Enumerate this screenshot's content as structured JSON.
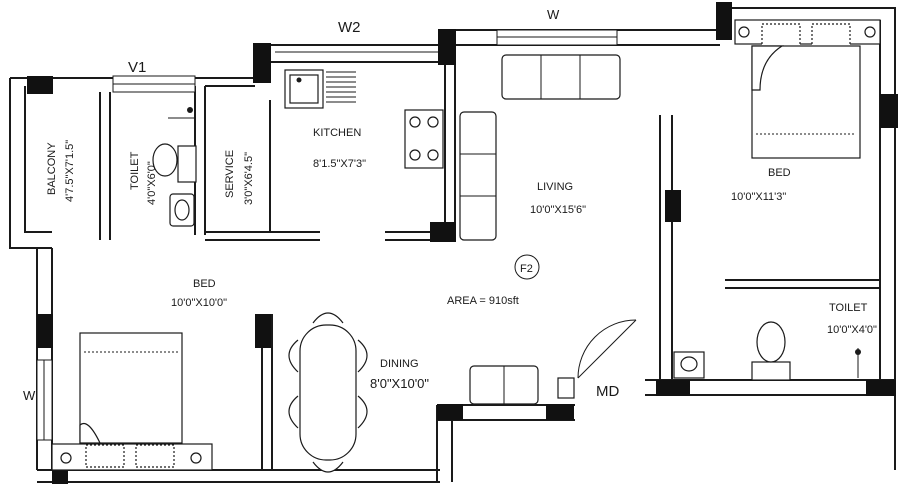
{
  "rooms": {
    "balcony": {
      "name": "BALCONY",
      "size": "4'7.5\"X7'1.5\""
    },
    "toilet_left": {
      "name": "TOILET",
      "size": "4'0\"X6'0\""
    },
    "service": {
      "name": "SERVICE",
      "size": "3'0\"X6'4.5\""
    },
    "kitchen": {
      "name": "KITCHEN",
      "size": "8'1.5\"X7'3\""
    },
    "living": {
      "name": "LIVING",
      "size": "10'0\"X15'6\""
    },
    "bed_right": {
      "name": "BED",
      "size": "10'0\"X11'3\""
    },
    "bed_left": {
      "name": "BED",
      "size": "10'0\"X10'0\""
    },
    "dining": {
      "name": "DINING",
      "size": "8'0\"X10'0\""
    },
    "toilet_right": {
      "name": "TOILET",
      "size": "10'0\"X4'0\""
    }
  },
  "labels": {
    "area": "AREA = 910sft",
    "flat_id": "F2",
    "main_door": "MD",
    "window_v1": "V1",
    "window_w2": "W2",
    "window_w_top": "W",
    "window_w_left": "W"
  },
  "colors": {
    "line": "#1a1a1a",
    "column": "#111111",
    "background": "#ffffff"
  }
}
